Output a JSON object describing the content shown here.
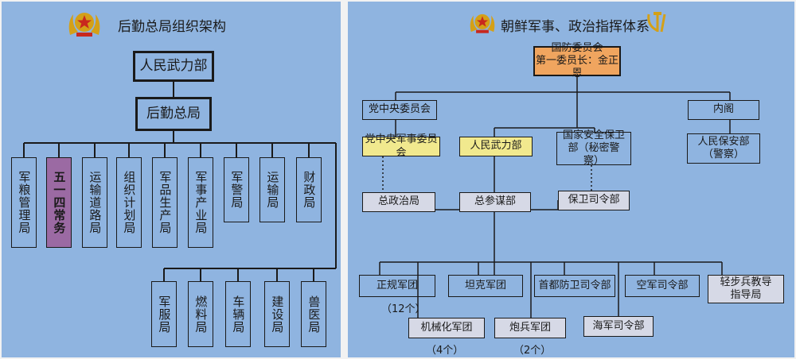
{
  "left": {
    "title": "后勤总局组织架构",
    "top_box": "人民武力部",
    "second_box": "后勤总局",
    "row1": [
      "军粮管理局",
      "五一四常务",
      "运输道路局",
      "组织计划局",
      "军品生产局",
      "军事产业局",
      "军警局",
      "运输局",
      "财政局"
    ],
    "row2": [
      "军服局",
      "燃料局",
      "车辆局",
      "建设局",
      "兽医局"
    ]
  },
  "right": {
    "title": "朝鲜军事、政治指挥体系",
    "top_box": [
      "国防委员会",
      "第一委员长：金正恩"
    ],
    "party_center": "党中央委员会",
    "cabinet": "内阁",
    "party_military": "党中央军事委员会",
    "armed_forces": "人民武力部",
    "state_security": "国家安全保卫部（秘密警察）",
    "peoples_security": "人民保安部（警察）",
    "political_bureau": "总政治局",
    "general_staff": "总参谋部",
    "security_command": "保卫司令部",
    "units": {
      "regular_corps": "正规军团",
      "tank_corps": "坦克军团",
      "capital_defense": "首都防卫司令部",
      "air_force": "空军司令部",
      "light_infantry": "轻步兵教导指导局",
      "mechanized_corps": "机械化军团",
      "artillery_corps": "炮兵军团",
      "navy": "海军司令部"
    },
    "notes": {
      "regular_count": "（12个）",
      "mechanized_count": "（4个）",
      "artillery_count": "（2个）"
    }
  },
  "colors": {
    "panel_bg": "#8fb4e0",
    "highlight_yellow": "#f1e98e",
    "highlight_orange": "#f0a55f",
    "highlight_purple": "#9b6aa3",
    "grey_box": "#d6d9e6"
  },
  "icons": [
    "army-emblem-icon",
    "army-emblem-icon",
    "hammer-sickle-brush-icon"
  ]
}
